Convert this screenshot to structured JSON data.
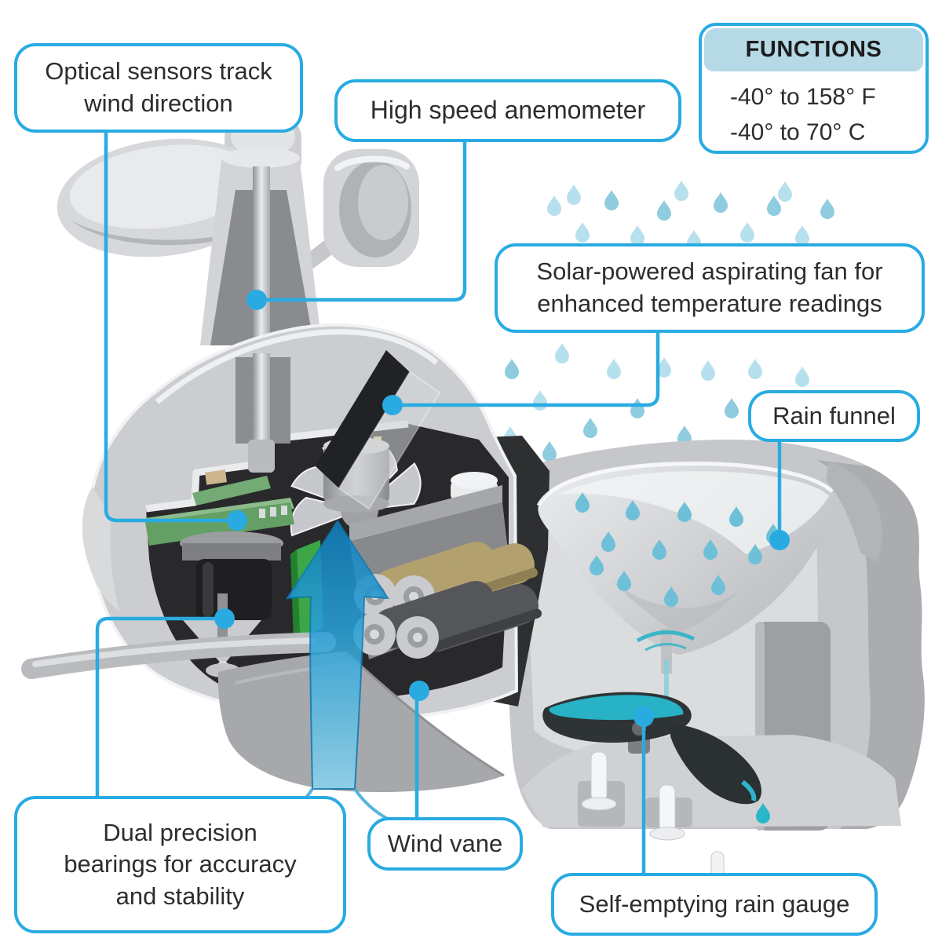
{
  "callouts": [
    {
      "id": "optical",
      "lines": [
        "Optical sensors track",
        "wind direction"
      ]
    },
    {
      "id": "anemometer",
      "lines": [
        "High speed anemometer"
      ]
    },
    {
      "id": "solar",
      "lines": [
        "Solar-powered aspirating fan for",
        "enhanced temperature readings"
      ]
    },
    {
      "id": "rain_funnel",
      "lines": [
        "Rain funnel"
      ]
    },
    {
      "id": "dual",
      "lines": [
        "Dual precision",
        "bearings for accuracy",
        "and stability"
      ]
    },
    {
      "id": "wind_vane",
      "lines": [
        "Wind vane"
      ]
    },
    {
      "id": "rain_gauge",
      "lines": [
        "Self-emptying rain gauge"
      ]
    }
  ],
  "functions_box": {
    "title": "FUNCTIONS",
    "range_f": "-40° to 158° F",
    "range_c": "-40° to 70° C"
  },
  "palette": {
    "accent": "#29abe2",
    "functions_header_bg": "#b6d9e6",
    "arrow_blue": "#1e97d1",
    "water_teal": "#2ab4c8",
    "pcb_green": "#5ca45e",
    "battery_tan": "#b3a172",
    "housing_grey": "#c9cbce"
  }
}
